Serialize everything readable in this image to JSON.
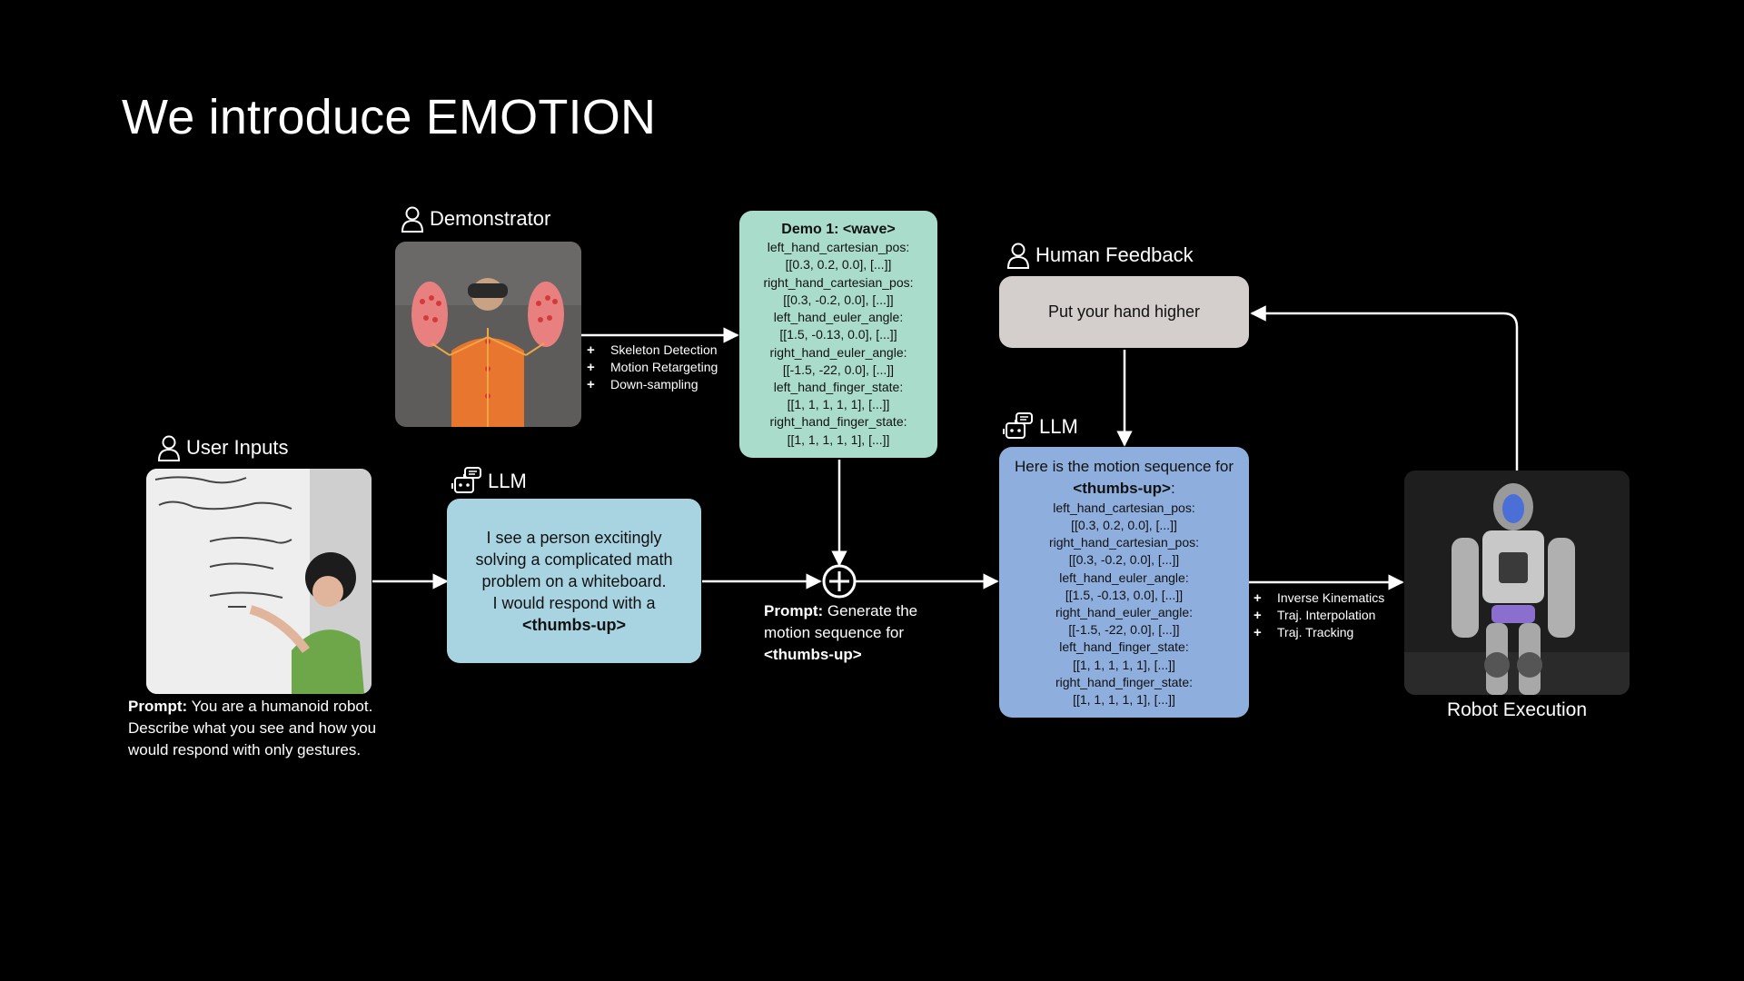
{
  "title": "We introduce EMOTION",
  "demonstrator": {
    "label": "Demonstrator",
    "steps": [
      "Skeleton Detection",
      "Motion Retargeting",
      "Down-sampling"
    ]
  },
  "demo_box": {
    "title": "Demo 1: <wave>",
    "lines": [
      "left_hand_cartesian_pos:",
      "[[0.3, 0.2, 0.0], [...]]",
      "right_hand_cartesian_pos:",
      "[[0.3, -0.2, 0.0], [...]]",
      "left_hand_euler_angle:",
      "[[1.5, -0.13, 0.0], [...]]",
      "right_hand_euler_angle:",
      "[[-1.5, -22, 0.0], [...]]",
      "left_hand_finger_state:",
      "[[1, 1, 1, 1, 1], [...]]",
      "right_hand_finger_state:",
      "[[1, 1, 1, 1, 1], [...]]"
    ]
  },
  "user_inputs": {
    "label": "User Inputs",
    "prompt_label": "Prompt:",
    "prompt_text": " You are a humanoid robot. Describe what you see and how you would respond with only gestures."
  },
  "llm1": {
    "label": "LLM",
    "text_lines": [
      "I see a person excitingly",
      "solving a complicated math",
      "problem on a whiteboard.",
      "I would respond with a"
    ],
    "text_bold": "<thumbs-up>"
  },
  "merge_prompt": {
    "label": "Prompt:",
    "text": " Generate the motion sequence for ",
    "bold": "<thumbs-up>"
  },
  "human_feedback": {
    "label": "Human Feedback",
    "text": "Put your hand higher"
  },
  "llm2": {
    "label": "LLM",
    "lead": "Here is the motion sequence for ",
    "lead_bold": "<thumbs-up>",
    "lead_tail": ":",
    "lines": [
      "left_hand_cartesian_pos:",
      "[[0.3, 0.2, 0.0], [...]]",
      "right_hand_cartesian_pos:",
      "[[0.3, -0.2, 0.0], [...]]",
      "left_hand_euler_angle:",
      "[[1.5, -0.13, 0.0], [...]]",
      "right_hand_euler_angle:",
      "[[-1.5, -22, 0.0], [...]]",
      "left_hand_finger_state:",
      "[[1, 1, 1, 1, 1], [...]]",
      "right_hand_finger_state:",
      "[[1, 1, 1, 1, 1], [...]]"
    ]
  },
  "robot": {
    "steps": [
      "Inverse Kinematics",
      "Traj. Interpolation",
      "Traj. Tracking"
    ],
    "caption": "Robot Execution"
  },
  "colors": {
    "llm1_box": "#a8d4e2",
    "demo_box": "#a9dccb",
    "feedback_box": "#d4cfcc",
    "llm2_box": "#8eaede",
    "background": "#000000",
    "foreground": "#ffffff"
  }
}
